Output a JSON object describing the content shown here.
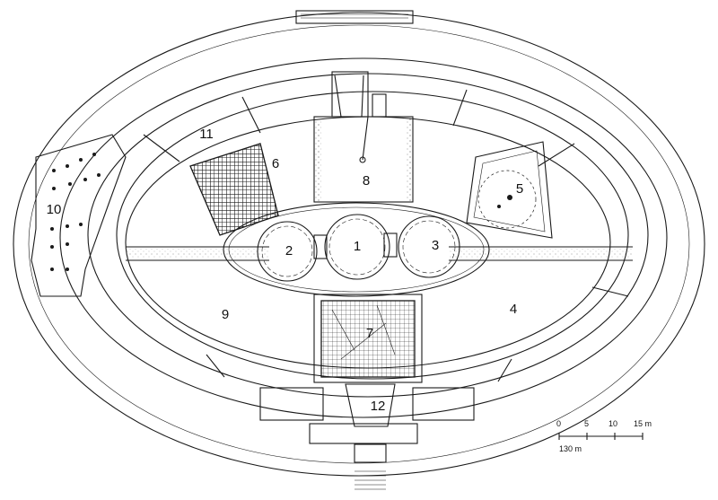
{
  "labels": {
    "l1": "1",
    "l2": "2",
    "l3": "3",
    "l4": "4",
    "l5": "5",
    "l6": "6",
    "l7": "7",
    "l8": "8",
    "l9": "9",
    "l10": "10",
    "l11": "11",
    "l12": "12"
  },
  "scale": {
    "t0": "0",
    "t5": "5",
    "t10": "10",
    "t15": "15 m",
    "t130": "130 m"
  },
  "colors": {
    "ink": "#1a1a1a",
    "paper": "#ffffff"
  }
}
